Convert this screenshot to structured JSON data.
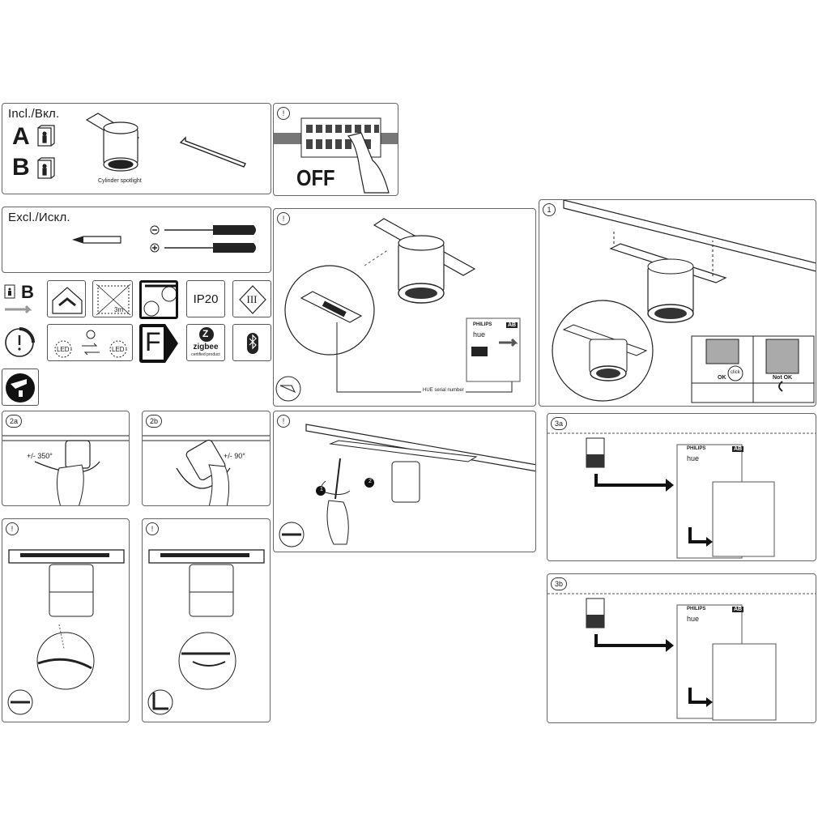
{
  "included": {
    "header": "Incl./Вкл.",
    "letter_a": "A",
    "letter_b": "B",
    "spotlight_caption": "Cylinder spotlight"
  },
  "excluded": {
    "header": "Excl./Искл."
  },
  "switch_off": {
    "badge": "!",
    "text": "OFF"
  },
  "icons": {
    "manual_letter": "B",
    "distance": "3m",
    "ip_rating": "IP20",
    "class": "III",
    "led_left": "LED",
    "led_right": "LED",
    "energy_class": "F",
    "zigbee_word": "zigbee",
    "zigbee_sub": "certified product",
    "zigbee_letter": "Z",
    "bluetooth": "bluetooth-icon"
  },
  "serial_step": {
    "badge": "!",
    "serial_label": "HUE serial number",
    "brand": "PHILIPS",
    "hue": "hue",
    "ab": "AB"
  },
  "step1": {
    "badge": "1",
    "ok": "OK",
    "click": "click",
    "not_ok": "Not OK"
  },
  "step2a": {
    "badge": "2a",
    "angle": "+/- 350°"
  },
  "step2b": {
    "badge": "2b",
    "angle": "+/- 90°"
  },
  "warn_left": {
    "badge": "!"
  },
  "warn_mid": {
    "badge": "!"
  },
  "removal": {
    "badge": "!",
    "step1": "1",
    "step2": "2"
  },
  "step3a": {
    "badge": "3a",
    "brand": "PHILIPS",
    "hue": "hue",
    "ab": "AB"
  },
  "step3b": {
    "badge": "3b",
    "brand": "PHILIPS",
    "hue": "hue",
    "ab": "AB"
  }
}
